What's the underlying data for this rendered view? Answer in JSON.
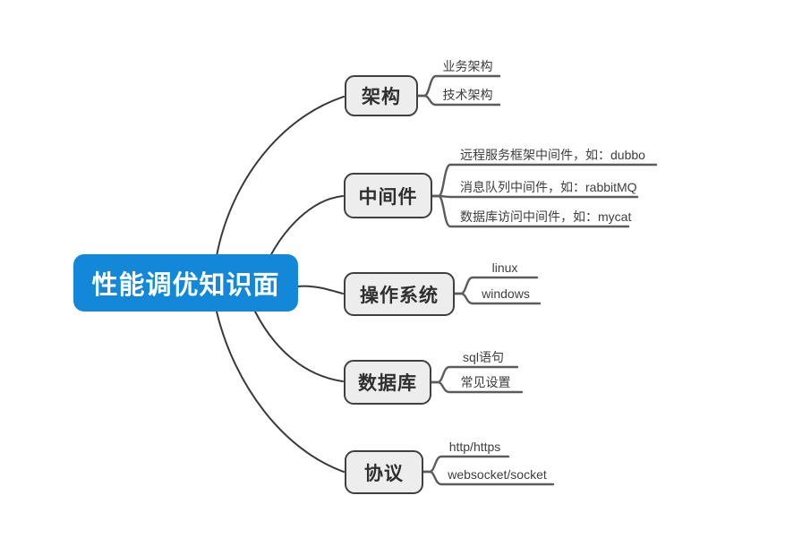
{
  "map": {
    "root": {
      "label": "性能调优知识面"
    },
    "branches": [
      {
        "label": "架构",
        "children": [
          {
            "label": "业务架构"
          },
          {
            "label": "技术架构"
          }
        ]
      },
      {
        "label": "中间件",
        "children": [
          {
            "label": "远程服务框架中间件，如：dubbo"
          },
          {
            "label": "消息队列中间件，如：rabbitMQ"
          },
          {
            "label": "数据库访问中间件，如：mycat"
          }
        ]
      },
      {
        "label": "操作系统",
        "children": [
          {
            "label": "linux"
          },
          {
            "label": "windows"
          }
        ]
      },
      {
        "label": "数据库",
        "children": [
          {
            "label": "sql语句"
          },
          {
            "label": "常见设置"
          }
        ]
      },
      {
        "label": "协议",
        "children": [
          {
            "label": "http/https"
          },
          {
            "label": "websocket/socket"
          }
        ]
      }
    ],
    "colors": {
      "root_bg": "#1488d8",
      "root_text": "#ffffff",
      "branch_bg": "#ededed",
      "branch_border": "#404040",
      "branch_text": "#2f2f2f",
      "line": "#3a3a3a",
      "child_line": "#5c5c5c",
      "child_text": "#3e3e3e"
    }
  }
}
